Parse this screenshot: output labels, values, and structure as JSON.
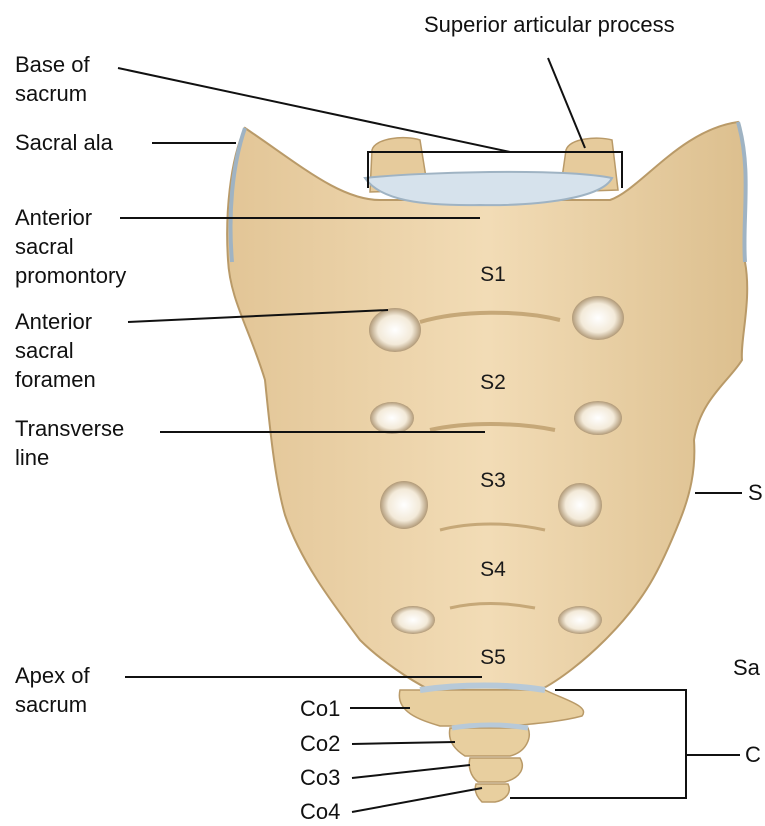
{
  "labels": {
    "superior_articular_process": "Superior articular process",
    "base_of_sacrum": "Base of\nsacrum",
    "sacral_ala": "Sacral ala",
    "anterior_sacral_promontory": "Anterior\nsacral\npromontory",
    "anterior_sacral_foramen": "Anterior\nsacral\nforamen",
    "transverse_line": "Transverse\nline",
    "apex_of_sacrum": "Apex of\nsacrum",
    "co1": "Co1",
    "co2": "Co2",
    "co3": "Co3",
    "co4": "Co4",
    "right_cut_s": "S",
    "right_cut_sa": "Sa",
    "right_cut_c": "C"
  },
  "segments": {
    "s1": "S1",
    "s2": "S2",
    "s3": "S3",
    "s4": "S4",
    "s5": "S5"
  },
  "colors": {
    "bone": "#ebd3aa",
    "bone_shadow": "#c9ad7e",
    "cartilage": "#c8d8e6",
    "foramen": "#6f5531",
    "leader": "#111111"
  }
}
